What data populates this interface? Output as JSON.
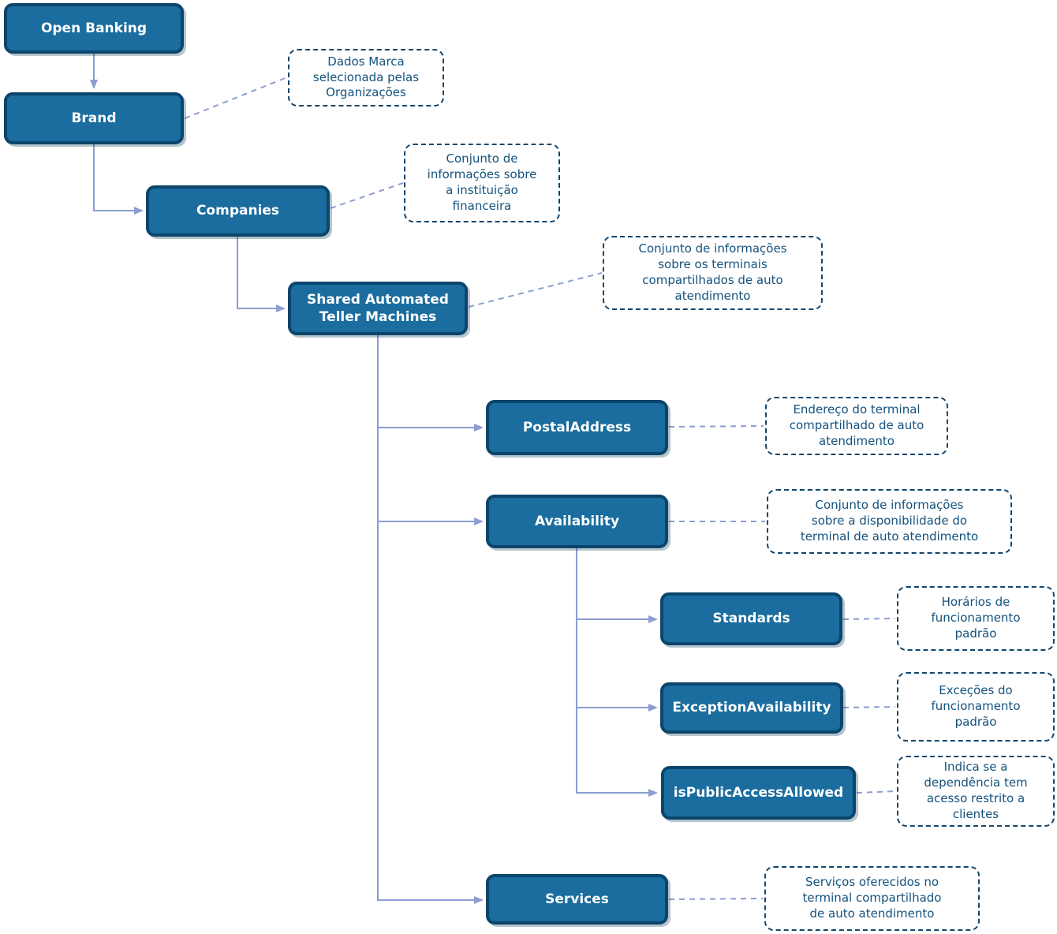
{
  "colors": {
    "node_fill": "#1A6D9E",
    "node_border": "#0C456B",
    "node_text": "#FFFFFF",
    "annotation_border": "#12466D",
    "annotation_text": "#14527D",
    "connector": "#8C9ED0",
    "background": "#FFFFFF"
  },
  "nodes": {
    "open_banking": {
      "label": "Open Banking"
    },
    "brand": {
      "label": "Brand"
    },
    "companies": {
      "label": "Companies"
    },
    "shared_atm": {
      "label": "Shared Automated Teller Machines"
    },
    "postal_address": {
      "label": "PostalAddress"
    },
    "availability": {
      "label": "Availability"
    },
    "standards": {
      "label": "Standards"
    },
    "exception_availability": {
      "label": "ExceptionAvailability"
    },
    "is_public_access_allowed": {
      "label": "isPublicAccessAllowed"
    },
    "services": {
      "label": "Services"
    }
  },
  "annotations": {
    "brand": {
      "text": "Dados Marca selecionada pelas Organizações"
    },
    "companies": {
      "text": "Conjunto de informações sobre a instituição financeira"
    },
    "shared_atm": {
      "text": "Conjunto de informações sobre os terminais compartilhados de auto atendimento"
    },
    "postal_address": {
      "text": "Endereço do terminal compartilhado de auto atendimento"
    },
    "availability": {
      "text": "Conjunto de informações sobre a disponibilidade do terminal de auto atendimento"
    },
    "standards": {
      "text": "Horários de funcionamento padrão"
    },
    "exception_availability": {
      "text": "Exceções do funcionamento padrão"
    },
    "is_public_access_allowed": {
      "text": "Indica se a dependência tem acesso restrito a clientes"
    },
    "services": {
      "text": "Serviços oferecidos no terminal compartilhado de auto atendimento"
    }
  },
  "hierarchy": [
    {
      "parent": "Open Banking",
      "child": "Brand"
    },
    {
      "parent": "Brand",
      "child": "Companies"
    },
    {
      "parent": "Companies",
      "child": "Shared Automated Teller Machines"
    },
    {
      "parent": "Shared Automated Teller Machines",
      "child": "PostalAddress"
    },
    {
      "parent": "Shared Automated Teller Machines",
      "child": "Availability"
    },
    {
      "parent": "Availability",
      "child": "Standards"
    },
    {
      "parent": "Availability",
      "child": "ExceptionAvailability"
    },
    {
      "parent": "Availability",
      "child": "isPublicAccessAllowed"
    },
    {
      "parent": "Shared Automated Teller Machines",
      "child": "Services"
    }
  ]
}
